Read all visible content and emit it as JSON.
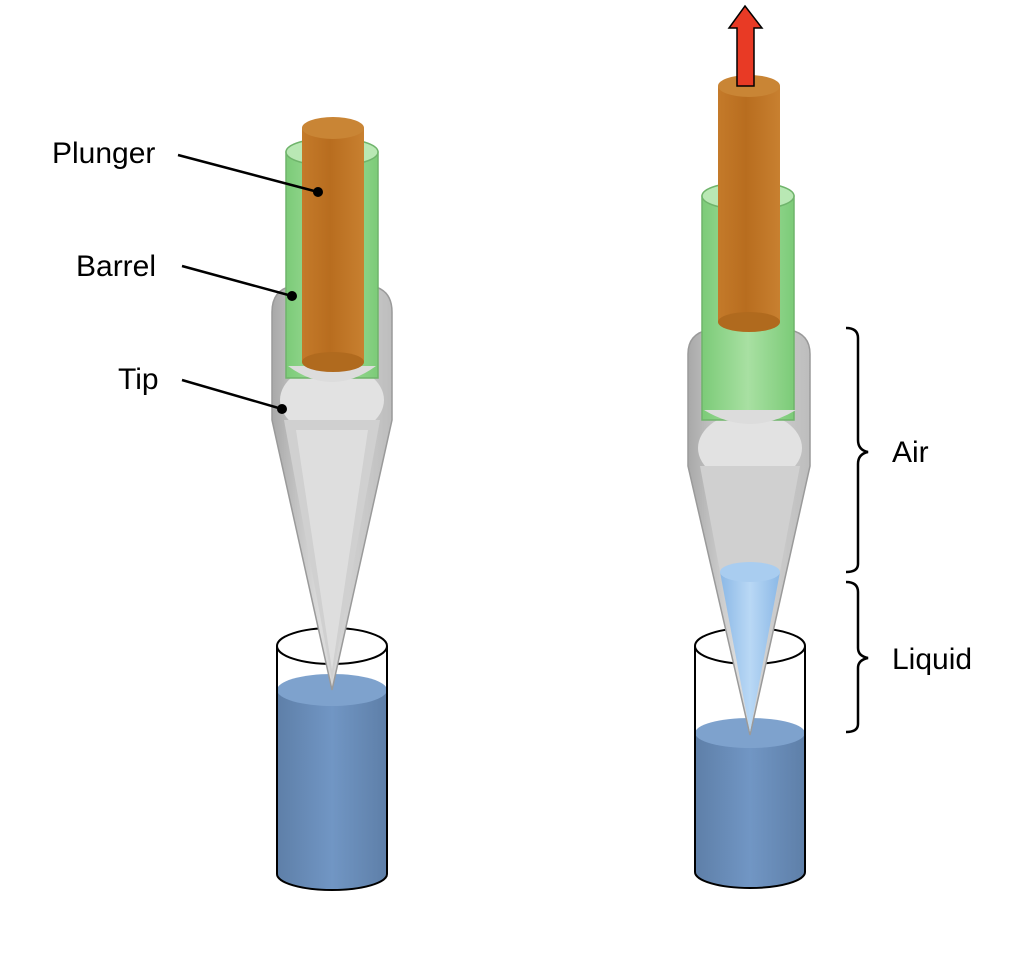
{
  "labels": {
    "plunger": "Plunger",
    "barrel": "Barrel",
    "tip": "Tip",
    "air": "Air",
    "liquid": "Liquid"
  },
  "colors": {
    "plunger": "#c07a2c",
    "barrel": "#8ed48a",
    "tip": "#c8c8c8",
    "liquid_in_vial": "#6c8fbc",
    "liquid_in_tip": "#9cc6ee",
    "arrow": "#e83a25"
  },
  "icons": {
    "pull_arrow": "arrow-up-icon"
  }
}
